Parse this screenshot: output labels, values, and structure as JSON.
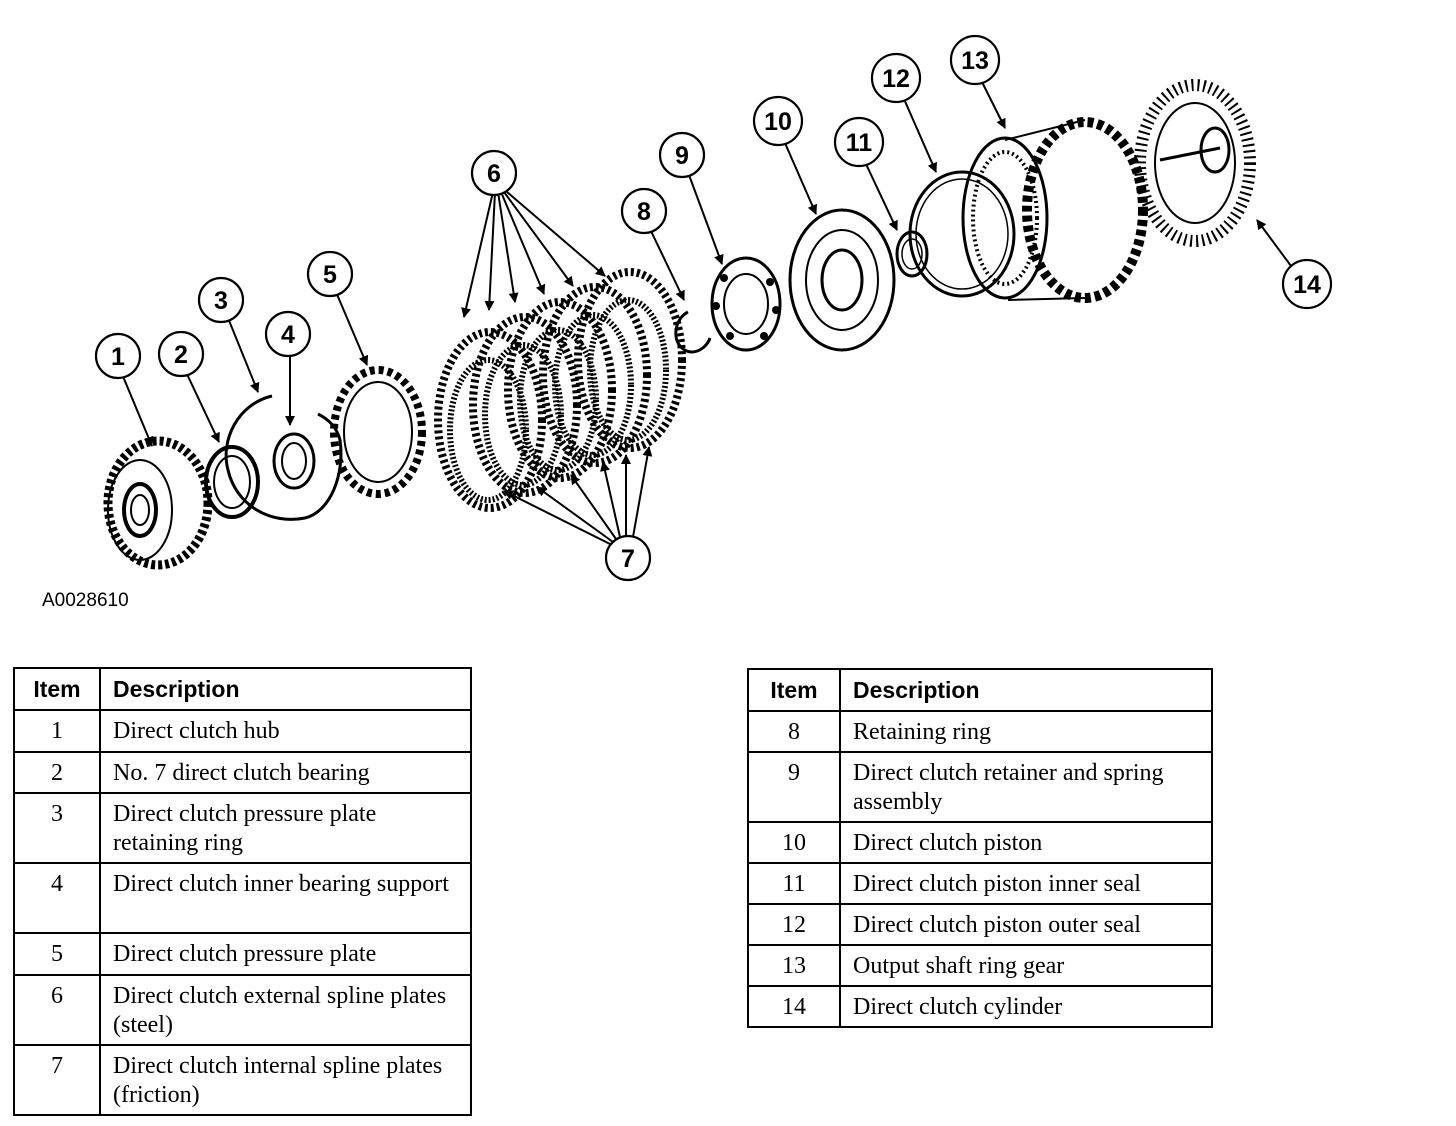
{
  "figure_code": "A0028610",
  "callouts": [
    "1",
    "2",
    "3",
    "4",
    "5",
    "6",
    "7",
    "8",
    "9",
    "10",
    "11",
    "12",
    "13",
    "14"
  ],
  "legend_left": {
    "headers": {
      "item": "Item",
      "description": "Description"
    },
    "rows": [
      {
        "item": "1",
        "description": "Direct clutch hub"
      },
      {
        "item": "2",
        "description": "No. 7 direct clutch bearing"
      },
      {
        "item": "3",
        "description": "Direct clutch pressure plate retaining ring"
      },
      {
        "item": "4",
        "description": "Direct clutch inner bearing support"
      },
      {
        "item": "5",
        "description": "Direct clutch pressure plate"
      },
      {
        "item": "6",
        "description": "Direct clutch external spline plates (steel)"
      },
      {
        "item": "7",
        "description": "Direct clutch internal spline plates (friction)"
      }
    ]
  },
  "legend_right": {
    "headers": {
      "item": "Item",
      "description": "Description"
    },
    "rows": [
      {
        "item": "8",
        "description": "Retaining ring"
      },
      {
        "item": "9",
        "description": "Direct clutch retainer and spring assembly"
      },
      {
        "item": "10",
        "description": "Direct clutch piston"
      },
      {
        "item": "11",
        "description": "Direct clutch piston inner seal"
      },
      {
        "item": "12",
        "description": "Direct clutch piston outer seal"
      },
      {
        "item": "13",
        "description": "Output shaft ring gear"
      },
      {
        "item": "14",
        "description": "Direct clutch cylinder"
      }
    ]
  }
}
